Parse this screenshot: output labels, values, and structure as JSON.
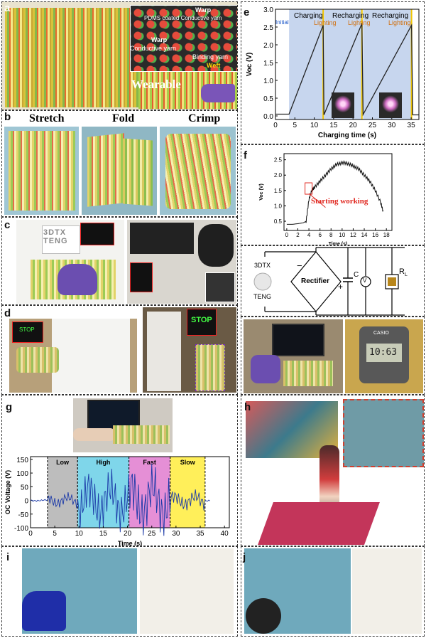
{
  "panels": {
    "a": {
      "label": "a",
      "warp_top": "Warp",
      "pdms": "PDMS coated Conductive yarn",
      "warp": "Warp",
      "conductive": "Conductive yarn",
      "binding": "Binding yarn",
      "weft": "Weft",
      "wearable": "Wearable"
    },
    "b": {
      "label": "b",
      "stretch": "Stretch",
      "fold": "Fold",
      "crimp": "Crimp"
    },
    "c": {
      "label": "c",
      "sign": "3DTX TENG"
    },
    "d": {
      "label": "d",
      "stop": "STOP"
    },
    "e": {
      "label": "e",
      "initial": "Initial",
      "charging": "Charging",
      "recharging1": "Recharging",
      "recharging2": "Recharging",
      "lighting1": "Lighting",
      "lighting2": "Lighting",
      "lighting3": "Lighting"
    },
    "f": {
      "label": "f",
      "annotation": "Starting working"
    },
    "circuit": {
      "source_line1": "3DTX",
      "source_line2": "TENG",
      "rectifier": "Rectifier",
      "cap": "C",
      "load": "R",
      "load_sub": "L",
      "minus": "−",
      "plus": "+",
      "meter": "V"
    },
    "watch": {
      "brand": "CASIO",
      "time": "10:63"
    },
    "g": {
      "label": "g",
      "segments": [
        "Low",
        "High",
        "Fast",
        "Slow"
      ]
    },
    "h": {
      "label": "h"
    },
    "i": {
      "label": "i"
    },
    "j": {
      "label": "j"
    }
  },
  "chart_data": [
    {
      "id": "e",
      "type": "line",
      "xlabel": "Charging time (s)",
      "ylabel": "Voc (V)",
      "xlim": [
        0,
        37
      ],
      "ylim": [
        -0.1,
        3.0
      ],
      "xticks": [
        0,
        5,
        10,
        15,
        20,
        25,
        30,
        35
      ],
      "yticks": [
        0.0,
        0.5,
        1.0,
        1.5,
        2.0,
        2.5,
        3.0
      ],
      "ytick_labels": [
        "0.0",
        "0.5",
        "1.0",
        "1.5",
        "2.0",
        "2.5",
        "3.0"
      ],
      "series": [
        {
          "x": [
            0,
            3.5,
            12.3,
            12.5,
            22.3,
            22.6,
            35.1,
            35.4,
            37
          ],
          "y": [
            0.05,
            0.05,
            2.55,
            0.03,
            2.6,
            0.04,
            2.55,
            0.03,
            0.03
          ]
        }
      ],
      "regions": [
        [
          3.5,
          12.3
        ],
        [
          12.5,
          22.3
        ],
        [
          22.6,
          35.1
        ]
      ]
    },
    {
      "id": "f",
      "type": "line",
      "xlabel": "Time (s)",
      "ylabel": "Voc (V)",
      "xlim": [
        -0.5,
        19
      ],
      "ylim": [
        0.2,
        2.7
      ],
      "xticks": [
        0,
        2,
        4,
        6,
        8,
        10,
        12,
        14,
        16,
        18
      ],
      "yticks": [
        0.5,
        1.0,
        1.5,
        2.0,
        2.5
      ],
      "ytick_labels": [
        "0.5",
        "1.0",
        "1.5",
        "2.0",
        "2.5"
      ],
      "series": [
        {
          "x": [
            0,
            1,
            2,
            3,
            3.5,
            4,
            4.5,
            5,
            6,
            7,
            8,
            9,
            10,
            11,
            12,
            13,
            14,
            15,
            16,
            17,
            17.5
          ],
          "y": [
            0.4,
            0.4,
            0.42,
            0.45,
            0.5,
            1.2,
            1.5,
            1.6,
            1.8,
            2.0,
            2.2,
            2.35,
            2.4,
            2.38,
            2.3,
            2.2,
            2.0,
            1.8,
            1.5,
            1.1,
            0.75
          ]
        }
      ]
    },
    {
      "id": "g",
      "type": "line",
      "xlabel": "Time (s)",
      "ylabel": "OC Voltage (V)",
      "xlim": [
        0,
        41
      ],
      "ylim": [
        -100,
        160
      ],
      "xticks": [
        0,
        5,
        10,
        15,
        20,
        25,
        30,
        35,
        40
      ],
      "yticks": [
        -100,
        -50,
        0,
        50,
        100,
        150
      ],
      "ytick_labels": [
        "-100",
        "-50",
        "0",
        "50",
        "100",
        "150"
      ],
      "segments": [
        {
          "name": "Low",
          "from": 3.5,
          "to": 9.7,
          "color": "#bdbdbd"
        },
        {
          "name": "High",
          "from": 9.7,
          "to": 20.3,
          "color": "#7fd6ea"
        },
        {
          "name": "Fast",
          "from": 20.3,
          "to": 28.8,
          "color": "#e58fd6"
        },
        {
          "name": "Slow",
          "from": 28.8,
          "to": 36,
          "color": "#ffef5a"
        }
      ]
    }
  ]
}
